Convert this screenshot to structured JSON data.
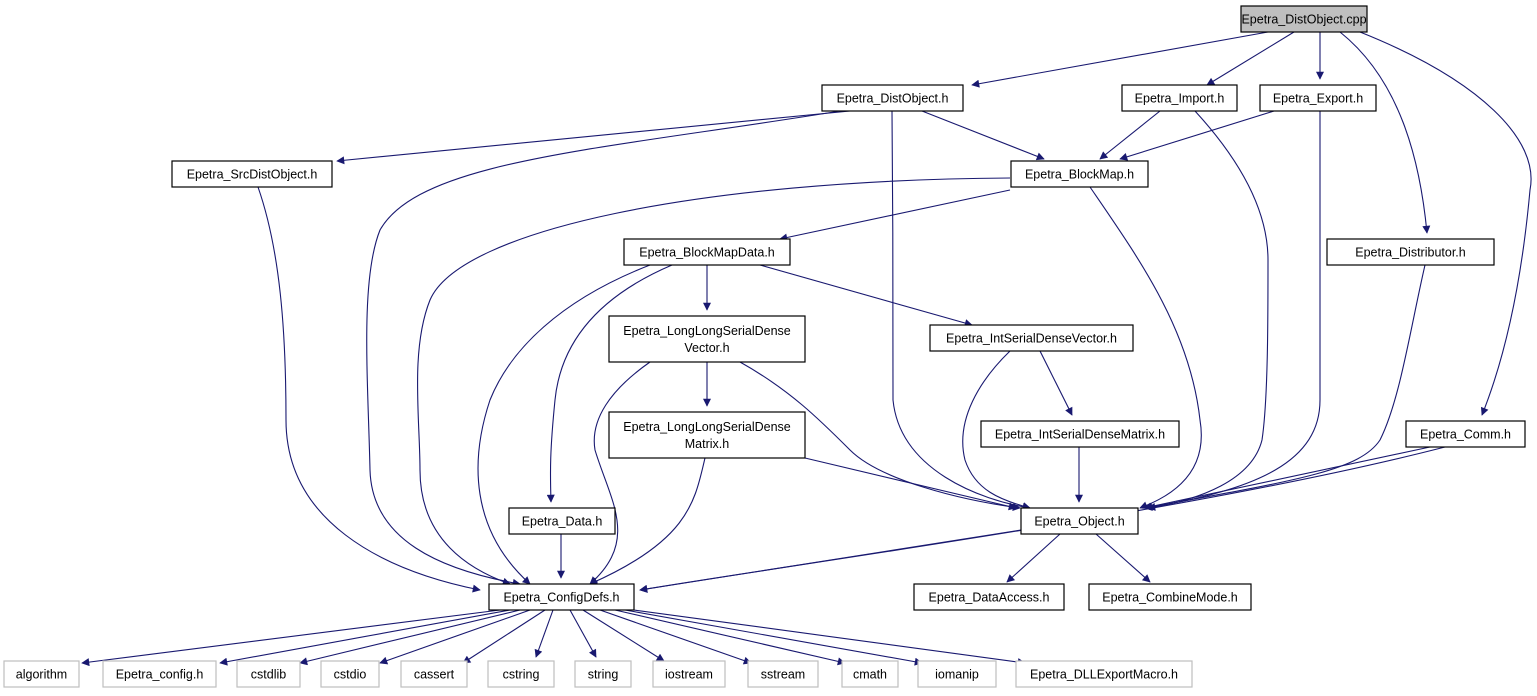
{
  "graph": {
    "edge_color": "#191970",
    "root_fill": "#bfbfbf",
    "system_header_border": "#bfbfbf",
    "nodes": [
      {
        "id": "distobject_cpp",
        "lines": [
          "Epetra_DistObject.cpp"
        ],
        "kind": "root"
      },
      {
        "id": "distobject_h",
        "lines": [
          "Epetra_DistObject.h"
        ],
        "kind": "header"
      },
      {
        "id": "import_h",
        "lines": [
          "Epetra_Import.h"
        ],
        "kind": "header"
      },
      {
        "id": "export_h",
        "lines": [
          "Epetra_Export.h"
        ],
        "kind": "header"
      },
      {
        "id": "srcdistobject_h",
        "lines": [
          "Epetra_SrcDistObject.h"
        ],
        "kind": "header"
      },
      {
        "id": "blockmap_h",
        "lines": [
          "Epetra_BlockMap.h"
        ],
        "kind": "header"
      },
      {
        "id": "distributor_h",
        "lines": [
          "Epetra_Distributor.h"
        ],
        "kind": "header"
      },
      {
        "id": "blockmapdata_h",
        "lines": [
          "Epetra_BlockMapData.h"
        ],
        "kind": "header"
      },
      {
        "id": "llsdvector_h",
        "lines": [
          "Epetra_LongLongSerialDense",
          "Vector.h"
        ],
        "kind": "header"
      },
      {
        "id": "intsdvector_h",
        "lines": [
          "Epetra_IntSerialDenseVector.h"
        ],
        "kind": "header"
      },
      {
        "id": "llsdmatrix_h",
        "lines": [
          "Epetra_LongLongSerialDense",
          "Matrix.h"
        ],
        "kind": "header"
      },
      {
        "id": "intsdmatrix_h",
        "lines": [
          "Epetra_IntSerialDenseMatrix.h"
        ],
        "kind": "header"
      },
      {
        "id": "comm_h",
        "lines": [
          "Epetra_Comm.h"
        ],
        "kind": "header"
      },
      {
        "id": "data_h",
        "lines": [
          "Epetra_Data.h"
        ],
        "kind": "header"
      },
      {
        "id": "object_h",
        "lines": [
          "Epetra_Object.h"
        ],
        "kind": "header"
      },
      {
        "id": "configdefs_h",
        "lines": [
          "Epetra_ConfigDefs.h"
        ],
        "kind": "header"
      },
      {
        "id": "dataaccess_h",
        "lines": [
          "Epetra_DataAccess.h"
        ],
        "kind": "header"
      },
      {
        "id": "combinemode_h",
        "lines": [
          "Epetra_CombineMode.h"
        ],
        "kind": "header"
      },
      {
        "id": "algorithm",
        "lines": [
          "algorithm"
        ],
        "kind": "system"
      },
      {
        "id": "epetra_config_h",
        "lines": [
          "Epetra_config.h"
        ],
        "kind": "system"
      },
      {
        "id": "cstdlib",
        "lines": [
          "cstdlib"
        ],
        "kind": "system"
      },
      {
        "id": "cstdio",
        "lines": [
          "cstdio"
        ],
        "kind": "system"
      },
      {
        "id": "cassert",
        "lines": [
          "cassert"
        ],
        "kind": "system"
      },
      {
        "id": "cstring",
        "lines": [
          "cstring"
        ],
        "kind": "system"
      },
      {
        "id": "string",
        "lines": [
          "string"
        ],
        "kind": "system"
      },
      {
        "id": "iostream",
        "lines": [
          "iostream"
        ],
        "kind": "system"
      },
      {
        "id": "sstream",
        "lines": [
          "sstream"
        ],
        "kind": "system"
      },
      {
        "id": "cmath",
        "lines": [
          "cmath"
        ],
        "kind": "system"
      },
      {
        "id": "iomanip",
        "lines": [
          "iomanip"
        ],
        "kind": "system"
      },
      {
        "id": "dllexportmacro_h",
        "lines": [
          "Epetra_DLLExportMacro.h"
        ],
        "kind": "system"
      }
    ],
    "edges": [
      {
        "from": "distobject_cpp",
        "to": "distobject_h"
      },
      {
        "from": "distobject_cpp",
        "to": "import_h"
      },
      {
        "from": "distobject_cpp",
        "to": "export_h"
      },
      {
        "from": "distobject_cpp",
        "to": "distributor_h"
      },
      {
        "from": "distobject_cpp",
        "to": "comm_h"
      },
      {
        "from": "distobject_h",
        "to": "srcdistobject_h"
      },
      {
        "from": "distobject_h",
        "to": "blockmap_h"
      },
      {
        "from": "distobject_h",
        "to": "configdefs_h"
      },
      {
        "from": "distobject_h",
        "to": "object_h"
      },
      {
        "from": "import_h",
        "to": "blockmap_h"
      },
      {
        "from": "import_h",
        "to": "object_h"
      },
      {
        "from": "export_h",
        "to": "blockmap_h"
      },
      {
        "from": "export_h",
        "to": "object_h"
      },
      {
        "from": "srcdistobject_h",
        "to": "configdefs_h"
      },
      {
        "from": "blockmap_h",
        "to": "blockmapdata_h"
      },
      {
        "from": "blockmap_h",
        "to": "configdefs_h"
      },
      {
        "from": "blockmap_h",
        "to": "object_h"
      },
      {
        "from": "distributor_h",
        "to": "object_h"
      },
      {
        "from": "blockmapdata_h",
        "to": "llsdvector_h"
      },
      {
        "from": "blockmapdata_h",
        "to": "intsdvector_h"
      },
      {
        "from": "blockmapdata_h",
        "to": "data_h"
      },
      {
        "from": "blockmapdata_h",
        "to": "configdefs_h"
      },
      {
        "from": "llsdvector_h",
        "to": "llsdmatrix_h"
      },
      {
        "from": "llsdvector_h",
        "to": "object_h"
      },
      {
        "from": "llsdvector_h",
        "to": "configdefs_h"
      },
      {
        "from": "intsdvector_h",
        "to": "intsdmatrix_h"
      },
      {
        "from": "intsdvector_h",
        "to": "object_h"
      },
      {
        "from": "llsdmatrix_h",
        "to": "object_h"
      },
      {
        "from": "llsdmatrix_h",
        "to": "configdefs_h"
      },
      {
        "from": "intsdmatrix_h",
        "to": "object_h"
      },
      {
        "from": "comm_h",
        "to": "object_h"
      },
      {
        "from": "comm_h",
        "to": "configdefs_h"
      },
      {
        "from": "data_h",
        "to": "configdefs_h"
      },
      {
        "from": "object_h",
        "to": "configdefs_h"
      },
      {
        "from": "object_h",
        "to": "dataaccess_h"
      },
      {
        "from": "object_h",
        "to": "combinemode_h"
      },
      {
        "from": "configdefs_h",
        "to": "algorithm"
      },
      {
        "from": "configdefs_h",
        "to": "epetra_config_h"
      },
      {
        "from": "configdefs_h",
        "to": "cstdlib"
      },
      {
        "from": "configdefs_h",
        "to": "cstdio"
      },
      {
        "from": "configdefs_h",
        "to": "cassert"
      },
      {
        "from": "configdefs_h",
        "to": "cstring"
      },
      {
        "from": "configdefs_h",
        "to": "string"
      },
      {
        "from": "configdefs_h",
        "to": "iostream"
      },
      {
        "from": "configdefs_h",
        "to": "sstream"
      },
      {
        "from": "configdefs_h",
        "to": "cmath"
      },
      {
        "from": "configdefs_h",
        "to": "iomanip"
      },
      {
        "from": "configdefs_h",
        "to": "dllexportmacro_h"
      }
    ]
  }
}
